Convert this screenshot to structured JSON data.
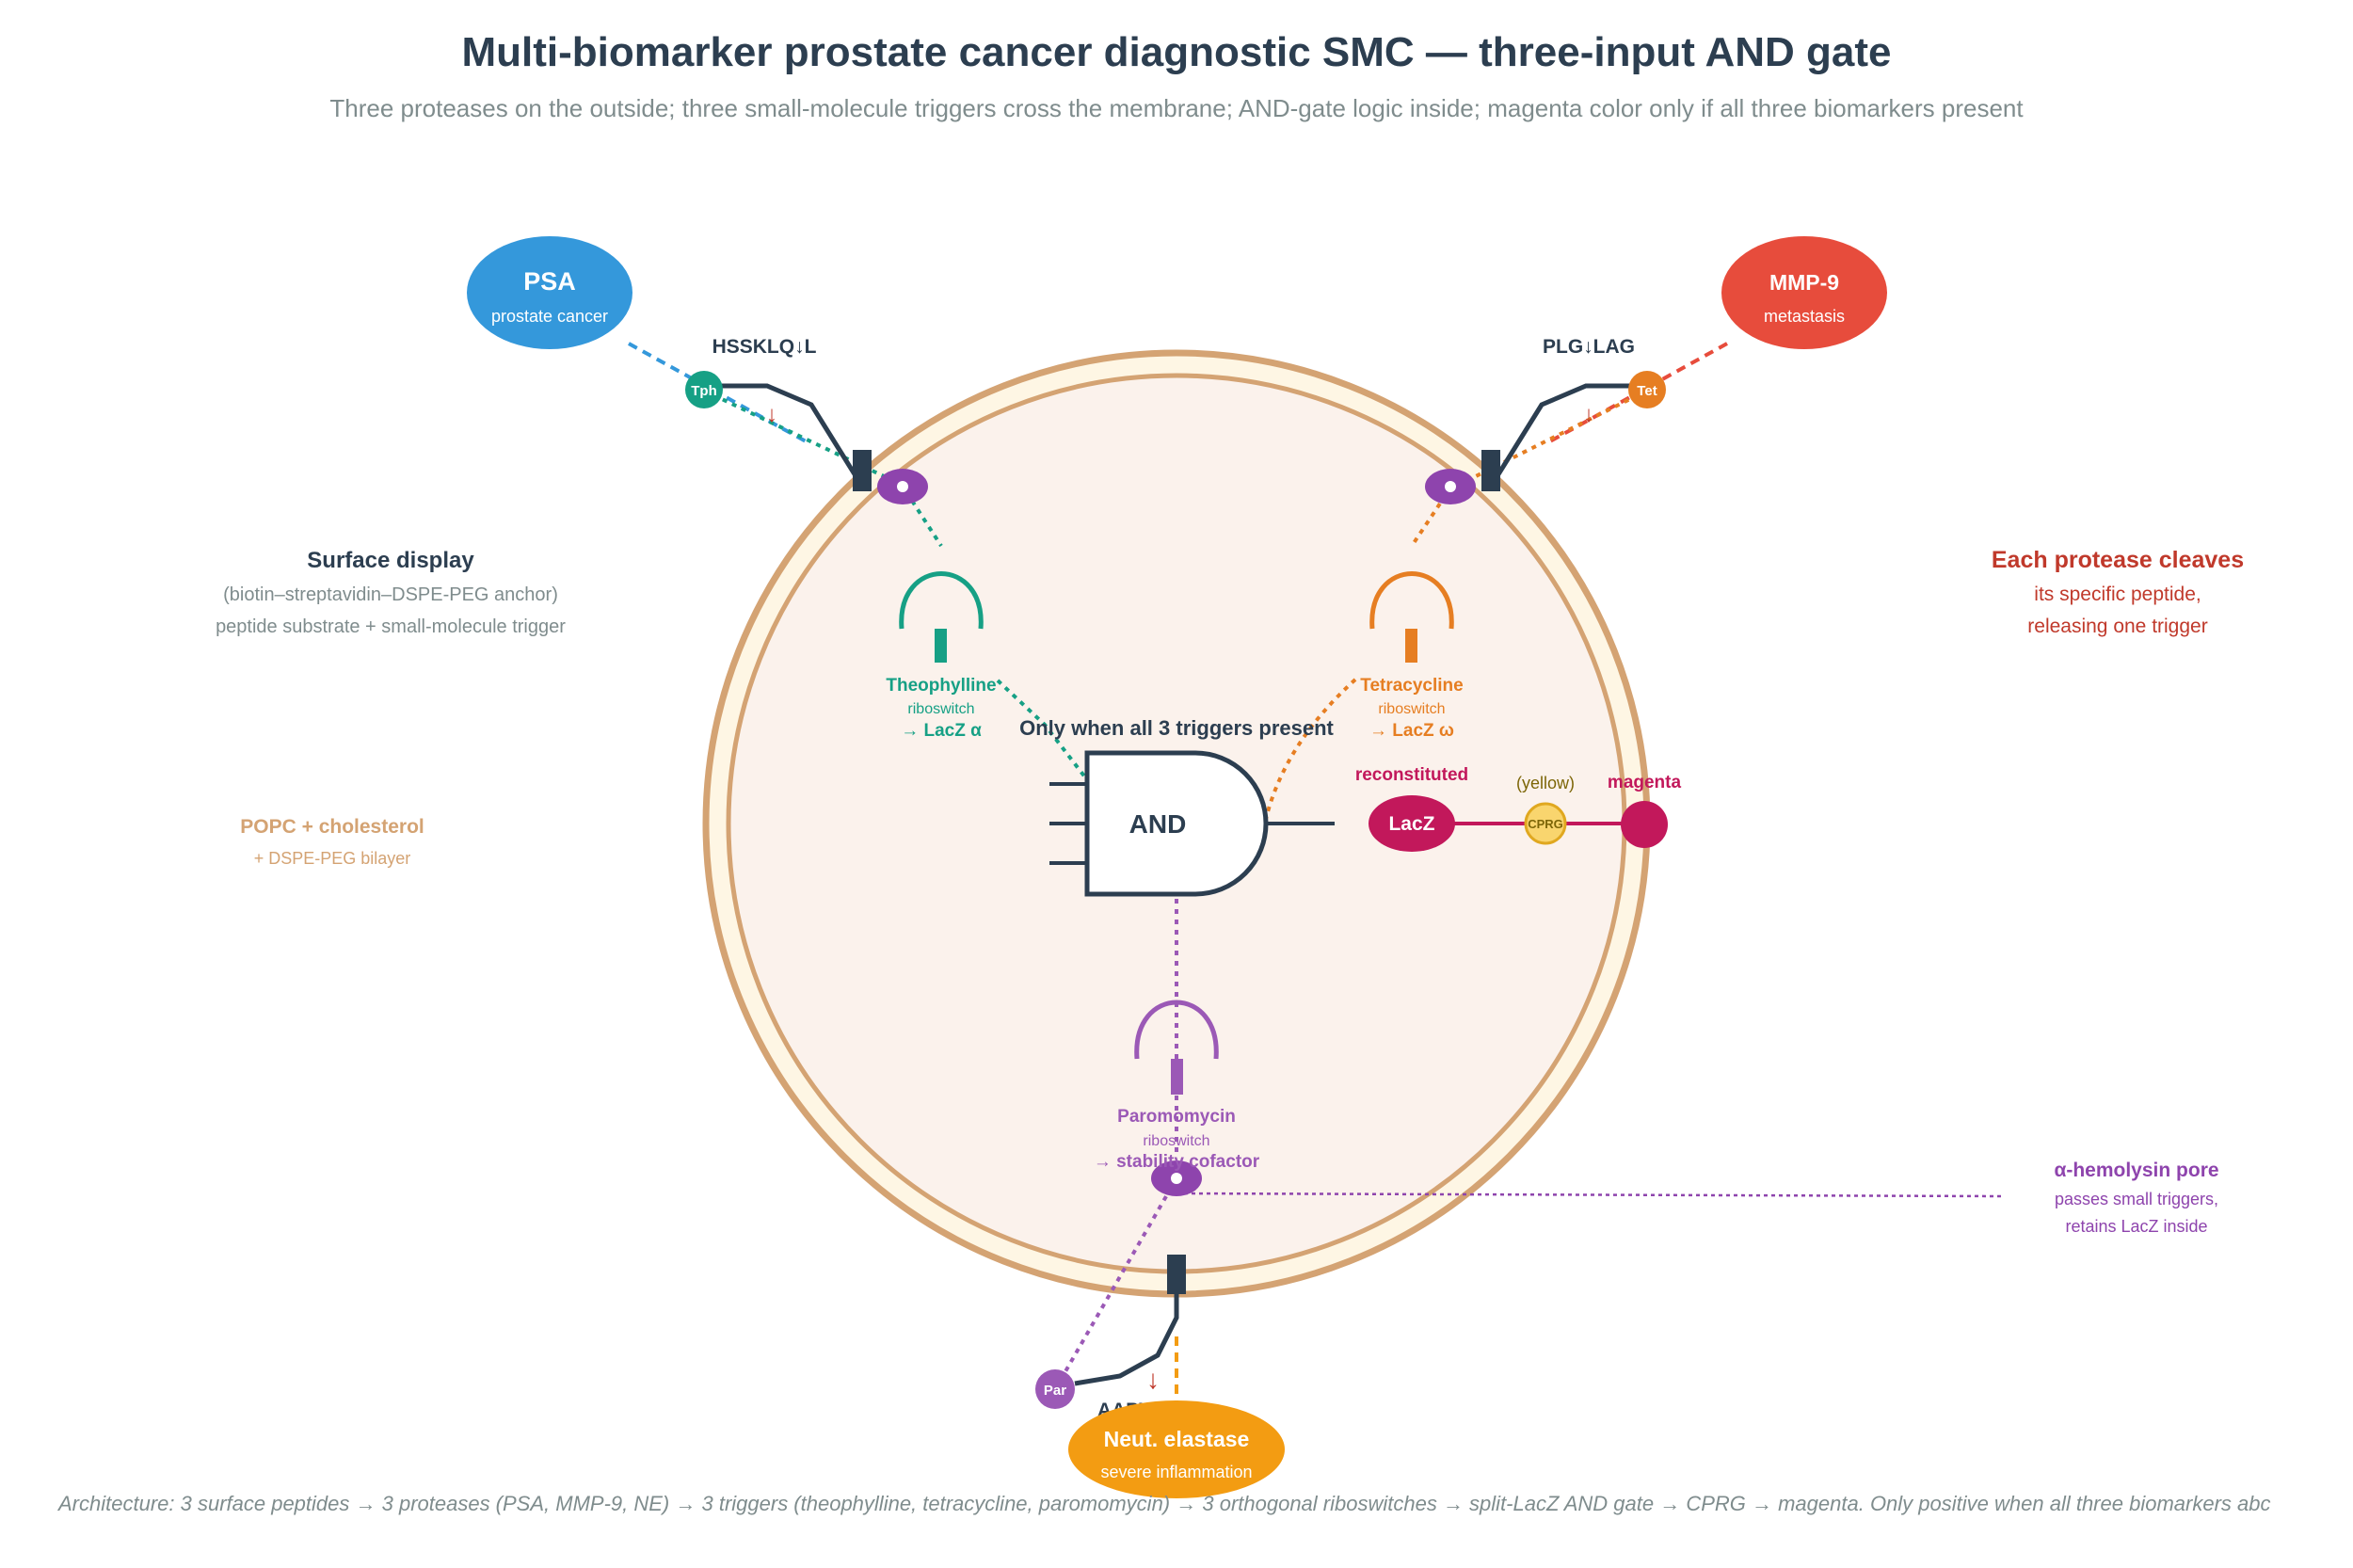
{
  "title": "Multi-biomarker prostate cancer diagnostic SMC — three-input AND gate",
  "subtitle": "Three proteases on the outside; three small-molecule triggers cross the membrane; AND-gate logic inside; magenta color only if all three biomarkers present",
  "proteases": {
    "psa": {
      "name": "PSA",
      "desc": "prostate cancer",
      "peptide": "HSSKLQ↓L",
      "trigger_badge": "Tph",
      "color": "#3498db"
    },
    "mmp9": {
      "name": "MMP-9",
      "desc": "metastasis",
      "peptide": "PLG↓LAG",
      "trigger_badge": "Tet",
      "color": "#e74c3c"
    },
    "ne": {
      "name": "Neut. elastase",
      "desc": "severe inflammation",
      "peptide": "AAPV",
      "trigger_badge": "Par",
      "color": "#f39c12"
    }
  },
  "riboswitches": {
    "theophylline": {
      "name": "Theophylline",
      "kind": "riboswitch",
      "output": "→ LacZ α",
      "color": "#16a085"
    },
    "tetracycline": {
      "name": "Tetracycline",
      "kind": "riboswitch",
      "output": "→ LacZ ω",
      "color": "#e67e22"
    },
    "paromomycin": {
      "name": "Paromomycin",
      "kind": "riboswitch",
      "output": "→ stability cofactor",
      "color": "#9b59b6"
    }
  },
  "gate": {
    "label": "AND",
    "caption": "Only when all 3 triggers present"
  },
  "readout": {
    "reconstituted_label": "reconstituted",
    "lacz_label": "LacZ",
    "substrate_label": "CPRG",
    "substrate_color_label": "(yellow)",
    "product_label": "magenta"
  },
  "annotations": {
    "surface_display": {
      "title": "Surface display",
      "line1": "(biotin–streptavidin–DSPE-PEG anchor)",
      "line2": "peptide substrate + small-molecule trigger"
    },
    "bilayer": {
      "line1": "POPC + cholesterol",
      "line2": "+ DSPE-PEG bilayer"
    },
    "cleavage": {
      "title": "Each protease cleaves",
      "line1": "its specific peptide,",
      "line2": "releasing one trigger"
    },
    "pore": {
      "title": "α-hemolysin pore",
      "line1": "passes small triggers,",
      "line2": "retains LacZ inside"
    }
  },
  "footer": "Architecture: 3 surface peptides → 3 proteases (PSA, MMP-9, NE) → 3 triggers (theophylline, tetracycline, paromomycin) → 3 orthogonal riboswitches → split-LacZ AND gate → CPRG → magenta. Only positive when all three biomarkers abc",
  "colors": {
    "navy": "#2c3e50",
    "membrane": "#d4a373",
    "membrane_fill": "#fef6e4",
    "interior": "#fbf2ec",
    "pore": "#8e44ad",
    "magenta": "#c2185b",
    "cprg": "#f9d56e",
    "grey_text": "#7f8c8d",
    "cleave_red": "#c0392b"
  }
}
